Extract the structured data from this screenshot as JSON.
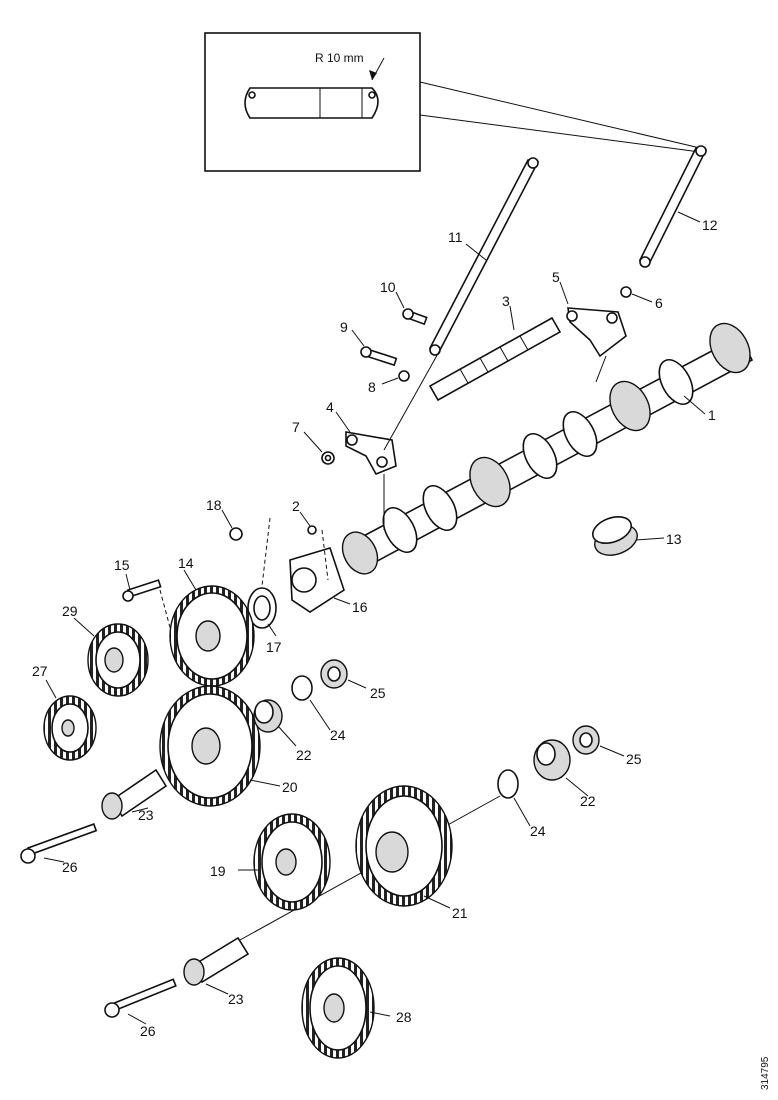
{
  "inset": {
    "radius_label": "R 10 mm"
  },
  "drawing_ref": "314795",
  "callouts": {
    "c1": "1",
    "c2": "2",
    "c3": "3",
    "c4": "4",
    "c5": "5",
    "c6": "6",
    "c7": "7",
    "c8": "8",
    "c9": "9",
    "c10": "10",
    "c11": "11",
    "c12": "12",
    "c13": "13",
    "c14": "14",
    "c15": "15",
    "c16": "16",
    "c17": "17",
    "c18": "18",
    "c19": "19",
    "c20": "20",
    "c21": "21",
    "c22a": "22",
    "c22b": "22",
    "c23a": "23",
    "c23b": "23",
    "c24a": "24",
    "c24b": "24",
    "c25a": "25",
    "c25b": "25",
    "c26a": "26",
    "c26b": "26",
    "c27": "27",
    "c28": "28",
    "c29": "29"
  }
}
